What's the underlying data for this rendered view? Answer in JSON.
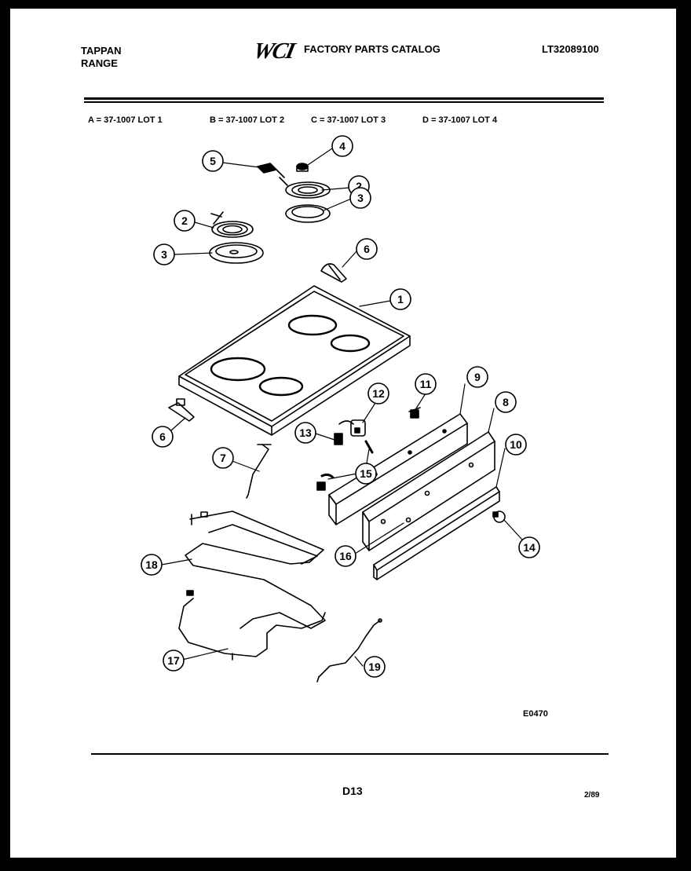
{
  "header": {
    "brand_line1": "TAPPAN",
    "brand_line2": "RANGE",
    "logo": "WCI",
    "catalog_title": "FACTORY PARTS CATALOG",
    "model_number": "LT32089100"
  },
  "lots": [
    {
      "text": "A = 37-1007 LOT 1"
    },
    {
      "text": "B = 37-1007 LOT 2"
    },
    {
      "text": "C = 37-1007 LOT 3"
    },
    {
      "text": "D = 37-1007 LOT 4"
    }
  ],
  "callouts": [
    "1",
    "2",
    "2",
    "3",
    "3",
    "4",
    "5",
    "6",
    "6",
    "7",
    "8",
    "9",
    "10",
    "11",
    "12",
    "13",
    "14",
    "15",
    "16",
    "17",
    "18",
    "19"
  ],
  "footer": {
    "diagram_code": "E0470",
    "page_number": "D13",
    "date": "2/89"
  }
}
